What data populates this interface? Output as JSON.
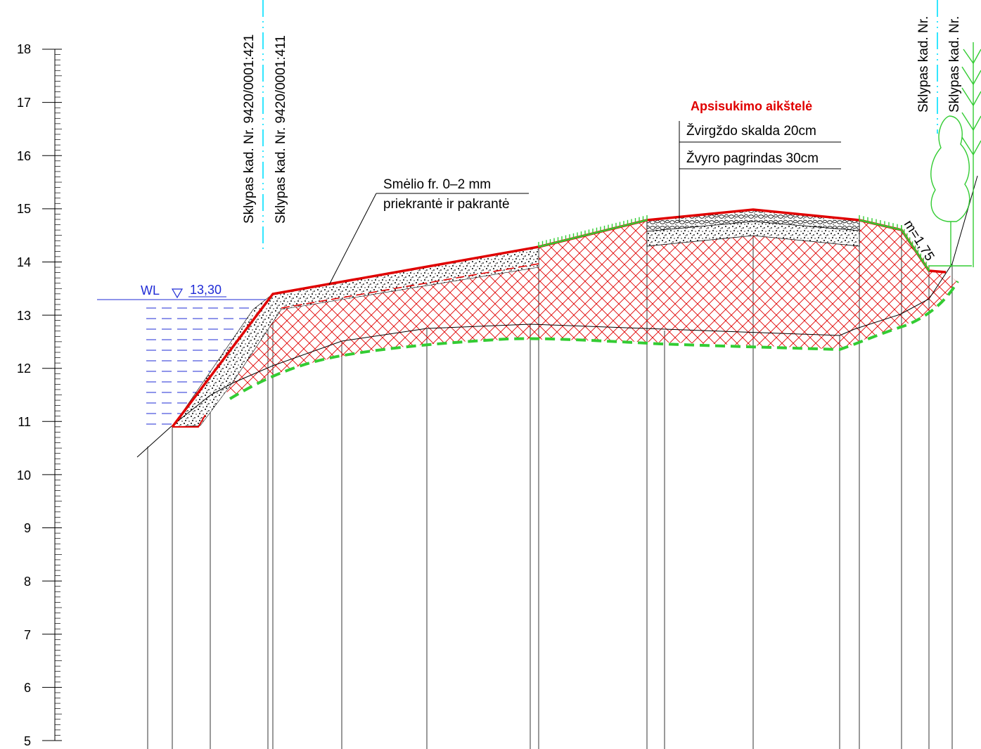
{
  "elevation_axis": {
    "ticks": [
      "18",
      "17",
      "16",
      "15",
      "14",
      "13",
      "12",
      "11",
      "10",
      "9",
      "8",
      "7",
      "6",
      "5"
    ]
  },
  "water_level": {
    "code": "WL",
    "value": "13,30",
    "color": "#1f2bd6"
  },
  "parcels_left": [
    {
      "label": "Sklypas kad. Nr. 9420/0001:421"
    },
    {
      "label": "Sklypas kad. Nr. 9420/0001:411"
    }
  ],
  "parcels_right": [
    {
      "label": "Sklypas kad. Nr."
    },
    {
      "label": "Sklypas kad. Nr."
    }
  ],
  "annotations": {
    "sand": {
      "line1": "Smėlio fr. 0–2 mm",
      "line2": "priekrantė ir pakrantė"
    },
    "turnaround": {
      "title": "Apsisukimo aikštelė",
      "line1": "Žvirgždo skalda 20cm",
      "line2": "Žvyro pagrindas 30cm"
    },
    "slope": "m=1,75"
  },
  "colors": {
    "embankment": "#e00000",
    "grass": "#33cc33",
    "water": "#1f2bd6",
    "boundary": "#00e0ff"
  }
}
